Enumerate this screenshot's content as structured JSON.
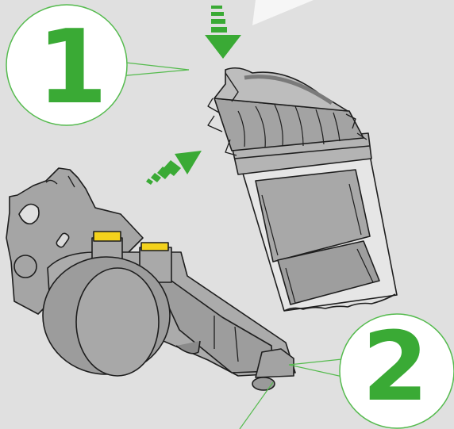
{
  "steps": [
    {
      "number": "1"
    },
    {
      "number": "2"
    }
  ],
  "colors": {
    "background": "#e0e0e0",
    "accent_green": "#3aaa35",
    "callout_line": "#55bb4e",
    "part_gray": "#a6a6a6",
    "part_dark": "#8a8a8a",
    "outline": "#1e1e1e",
    "yellow_button": "#f3d21c"
  },
  "icons": [
    "downward-arrow-icon",
    "diagonal-arrow-icon",
    "callout-leader-line"
  ]
}
